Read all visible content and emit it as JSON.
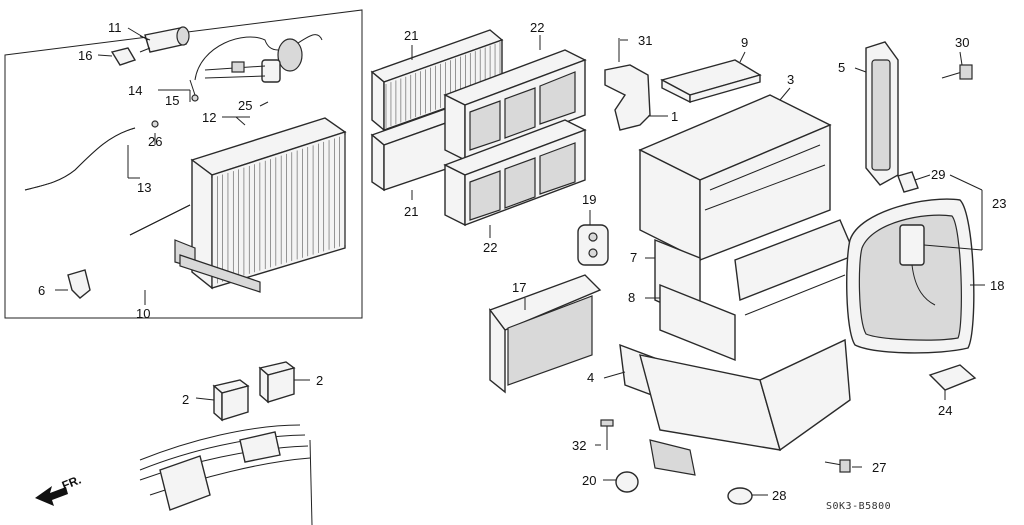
{
  "diagram": {
    "code_label": "S0K3-B5800",
    "direction_label": "FR.",
    "callouts": {
      "c1": "1",
      "c2a": "2",
      "c2b": "2",
      "c3": "3",
      "c4": "4",
      "c5": "5",
      "c6": "6",
      "c7": "7",
      "c8": "8",
      "c9": "9",
      "c10": "10",
      "c11": "11",
      "c12": "12",
      "c13": "13",
      "c14": "14",
      "c15": "15",
      "c16": "16",
      "c17": "17",
      "c18": "18",
      "c19": "19",
      "c20": "20",
      "c21a": "21",
      "c21b": "21",
      "c22a": "22",
      "c22b": "22",
      "c23": "23",
      "c24": "24",
      "c25": "25",
      "c26": "26",
      "c27": "27",
      "c28": "28",
      "c29": "29",
      "c30": "30",
      "c31": "31",
      "c32": "32"
    }
  }
}
